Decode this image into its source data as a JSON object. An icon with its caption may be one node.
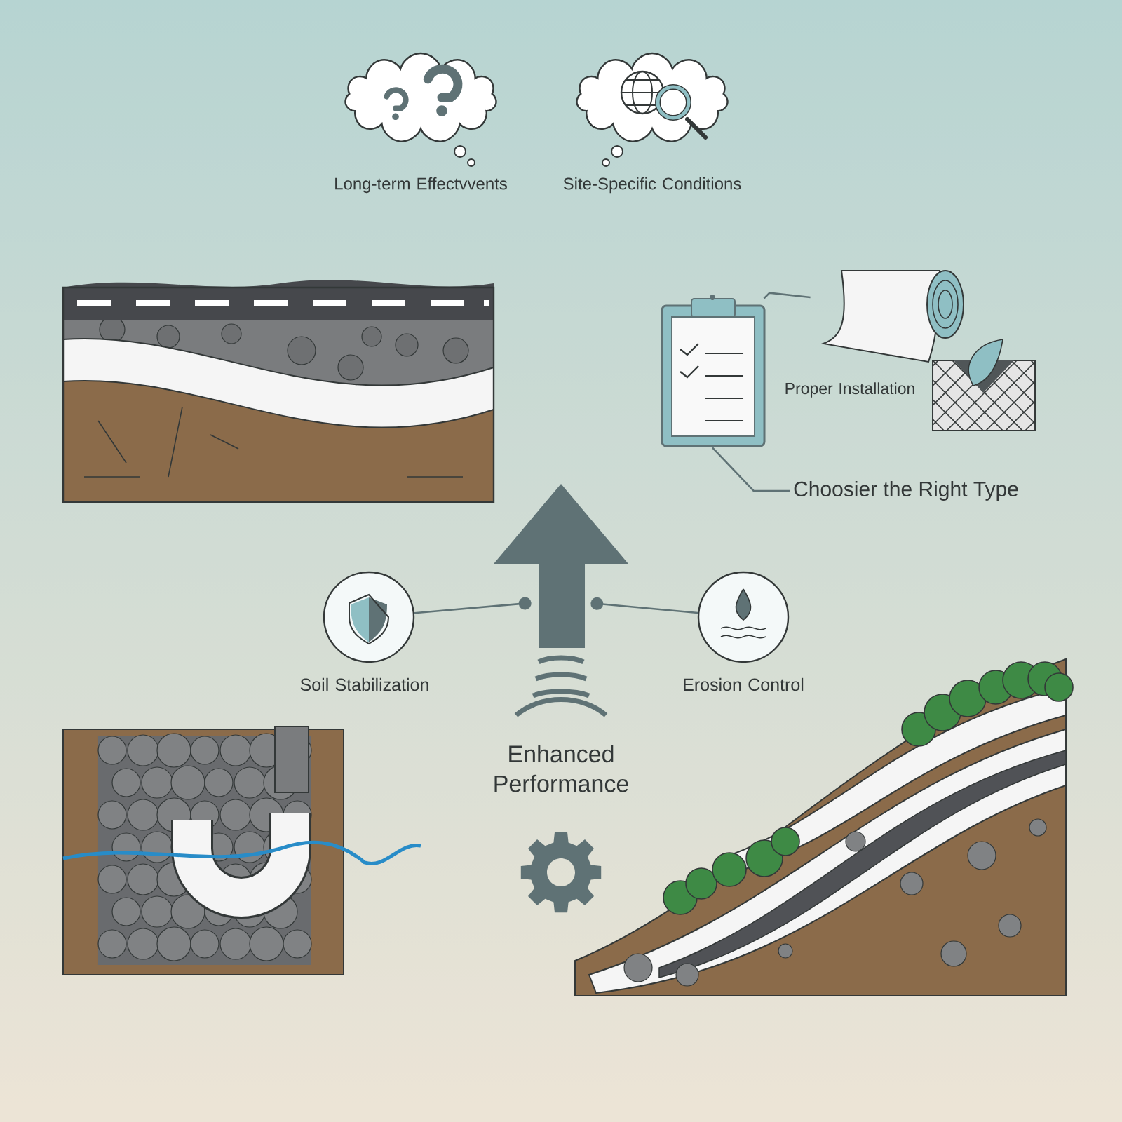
{
  "diagram": {
    "nodes": [
      {
        "text": [],
        "shape": "cloud",
        "beside": [
          "Long-term Effectvvents"
        ]
      },
      {
        "text": [],
        "shape": "cloud",
        "beside": [
          "Site-Specific Conditions"
        ]
      },
      {
        "text": [],
        "shape": "picture"
      },
      {
        "text": [],
        "shape": "picture"
      },
      {
        "text": [],
        "shape": "picture"
      },
      {
        "text": [],
        "shape": "picture"
      },
      {
        "text": [
          "Choosier the Right Type"
        ]
      },
      {
        "text": [],
        "shape": "circle",
        "beside": [
          "Soil Stabilization"
        ]
      },
      {
        "text": [],
        "shape": "picture"
      },
      {
        "text": [],
        "shape": "circle"
      },
      {
        "text": [],
        "shape": "picture"
      },
      {
        "text": [],
        "shape": "picture"
      }
    ],
    "edges": [
      {
        "from": 3,
        "to": 4,
        "arrow": "none"
      },
      {
        "from": 3,
        "to": 6,
        "arrow": "none"
      },
      {
        "from": 7,
        "to": 8,
        "arrow": "other"
      },
      {
        "from": 9,
        "to": 8,
        "arrow": "other"
      }
    ],
    "labels": [
      "Proper Installation",
      "Erosion Control",
      "Enhanced Performance"
    ]
  }
}
